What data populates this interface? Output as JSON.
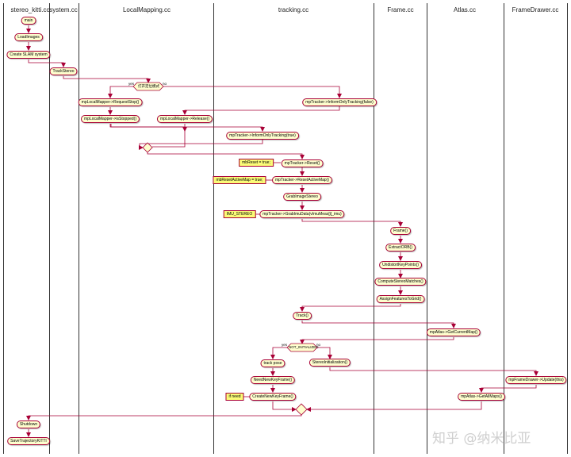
{
  "lanes": [
    "stereo_kitti.cc",
    "system.cc",
    "LocalMapping.cc",
    "tracking.cc",
    "Frame.cc",
    "Atlas.cc",
    "FrameDrawer.cc"
  ],
  "nodes": {
    "main": "main",
    "loadimages": "LoadImages",
    "create_slam": "Create SLAM system",
    "trackstereo": "TrackStereo",
    "req_stop": "mpLocalMapper->RequestStop()",
    "is_stopped": "mpLocalMapper->isStopped()",
    "release": "mpLocalMapper->Release()",
    "inform_false": "mpTracker->InformOnlyTracking(false)",
    "inform_true": "mpTracker->InformOnlyTracking(true)",
    "reset": "mpTracker->Reset()",
    "reset_active": "mpTracker->ResetActiveMap()",
    "grab_stereo": "GrabImageStereo",
    "grab_imu": "mpTracker->GrabImuData(vImuMeas[i]_imu)",
    "frame": "Frame()",
    "extract_orb": "ExtractORB()",
    "undistort": "UndistortKeyPoints()",
    "stereo_matches": "ComputeStereoMatches()",
    "assign_grid": "AssignFeaturesToGrid()",
    "track": "Track()",
    "get_current_map": "mpAtlas->GetCurrentMap()",
    "track_pose": "track pose",
    "stereo_init": "StereoInitialization()",
    "need_kf": "NeedNewKeyFrame()",
    "create_kf": "CreateNewKeyFrame()",
    "frame_drawer_update": "mpFrameDrawer->Update(this)",
    "get_all_maps": "mpAtlas->GetAllMaps()",
    "shutdown": "Shutdown",
    "save_traj": "SaveTrajectoryKITTI"
  },
  "notes": {
    "mbreset": "mbReset = true;",
    "mbreset_active": "mbResetActiveMap = true;",
    "imu_stereo": "IMU_STEREO",
    "if_need": "if need"
  },
  "decisions": {
    "localization_mode": "打开定位模式",
    "not_initialized": "NOT_INITIALIZED"
  },
  "branch_labels": {
    "yes": "yes",
    "no": "no"
  },
  "watermark": "知乎 @纳米比亚"
}
